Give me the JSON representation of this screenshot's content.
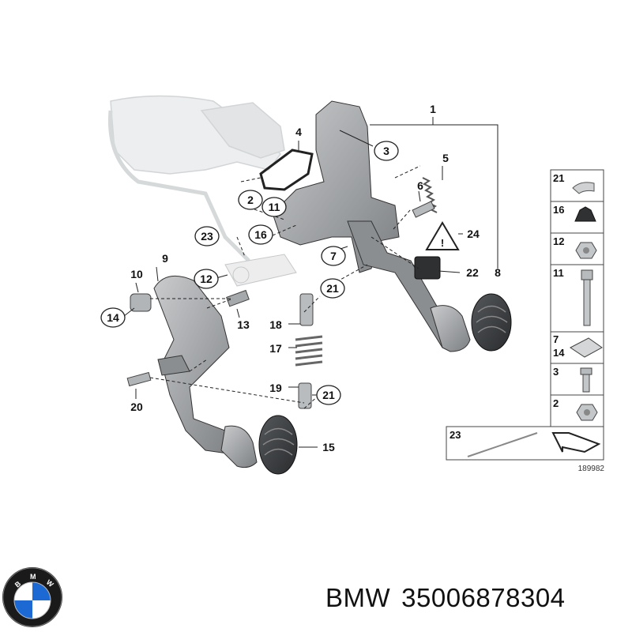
{
  "callouts": {
    "c1": "1",
    "c2": "2",
    "c3": "3",
    "c4": "4",
    "c5": "5",
    "c6": "6",
    "c7": "7",
    "c8": "8",
    "c9": "9",
    "c10": "10",
    "c11": "11",
    "c12": "12",
    "c13": "13",
    "c14": "14",
    "c15": "15",
    "c16": "16",
    "c17": "17",
    "c18": "18",
    "c19": "19",
    "c20": "20",
    "c21a": "21",
    "c21b": "21",
    "c22": "22",
    "c23": "23",
    "c24": "24"
  },
  "legend": {
    "items": [
      "21",
      "16",
      "12",
      "11",
      "7",
      "14",
      "3",
      "2",
      "23"
    ]
  },
  "reference": "189982",
  "brand": "BMW",
  "part_number": "35006878304",
  "colors": {
    "line": "#222222",
    "part_fill": "#a9acae",
    "part_dark": "#6f7275",
    "ghost": "#e3e5e6",
    "bmw_blue": "#1c69d4"
  },
  "icons": [
    "bmw-logo-icon",
    "warning-triangle-icon"
  ]
}
